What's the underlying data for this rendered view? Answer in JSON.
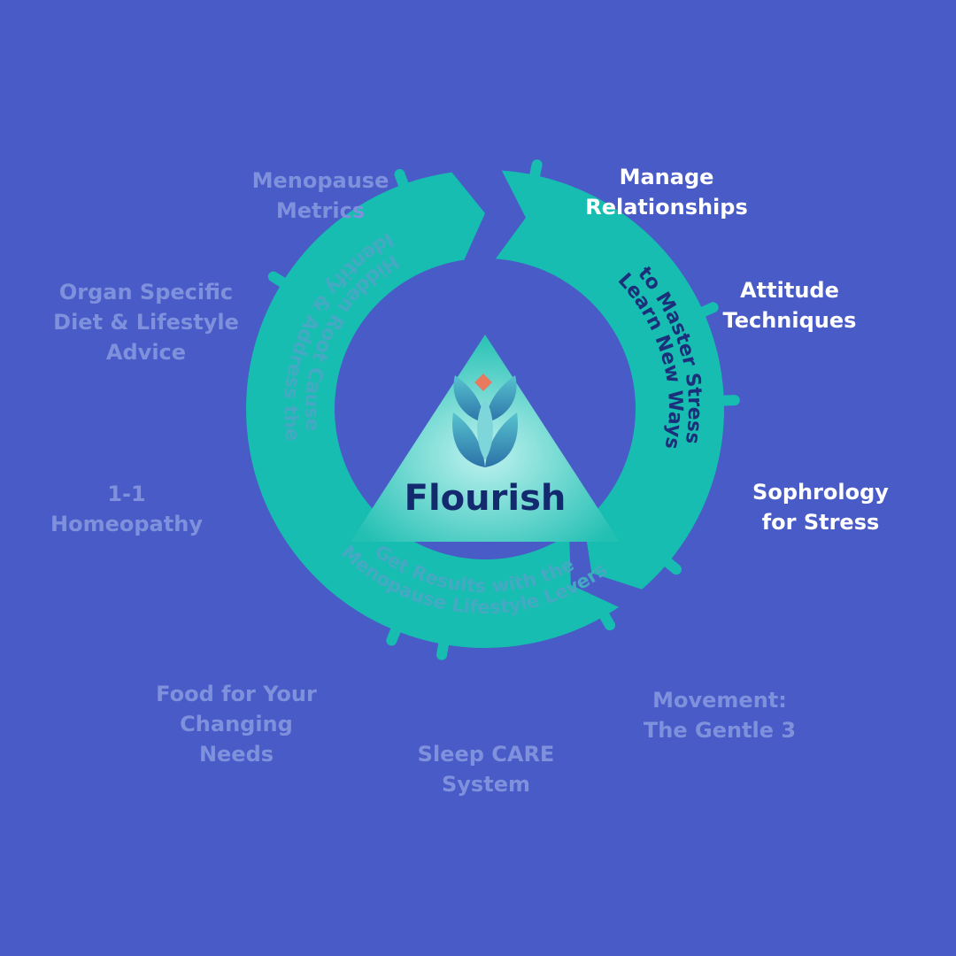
{
  "colors": {
    "background": "#485bc7",
    "ring": "#17bdb0",
    "triangle_center": "#9ce8e4",
    "triangle_edge": "#26c2b7",
    "brand_text": "#142a6e",
    "label_active": "#ffffff",
    "label_muted": "#7f91dc",
    "ring_text_muted": "#45a9c3",
    "ring_text_active": "#1c2f7a",
    "logo_diamond": "#e8785e",
    "logo_leaf": "#3aa6c9"
  },
  "center": {
    "brand": "Flourish",
    "logo_icon": "lotus-leaf-icon"
  },
  "ring": {
    "segments": [
      {
        "id": "identify",
        "lines": [
          "Identify & Address the",
          "Hidden Root Cause"
        ],
        "active": false
      },
      {
        "id": "learn",
        "lines": [
          "Learn New Ways",
          "to Master Stress"
        ],
        "active": true
      },
      {
        "id": "results",
        "lines": [
          "Get Results with the",
          "Menopause Lifestyle Levers"
        ],
        "active": false
      }
    ]
  },
  "outer_labels": [
    {
      "id": "menopause-metrics",
      "lines": [
        "Menopause",
        "Metrics"
      ],
      "active": false
    },
    {
      "id": "organ-specific",
      "lines": [
        "Organ Specific",
        "Diet & Lifestyle",
        "Advice"
      ],
      "active": false
    },
    {
      "id": "homeopathy",
      "lines": [
        "1-1",
        "Homeopathy"
      ],
      "active": false
    },
    {
      "id": "manage-relationships",
      "lines": [
        "Manage",
        "Relationships"
      ],
      "active": true
    },
    {
      "id": "attitude-techniques",
      "lines": [
        "Attitude",
        "Techniques"
      ],
      "active": true
    },
    {
      "id": "sophrology",
      "lines": [
        "Sophrology",
        "for Stress"
      ],
      "active": true
    },
    {
      "id": "food",
      "lines": [
        "Food for Your",
        "Changing",
        "Needs"
      ],
      "active": false
    },
    {
      "id": "sleep",
      "lines": [
        "Sleep CARE",
        "System"
      ],
      "active": false
    },
    {
      "id": "movement",
      "lines": [
        "Movement:",
        "The Gentle 3"
      ],
      "active": false
    }
  ]
}
